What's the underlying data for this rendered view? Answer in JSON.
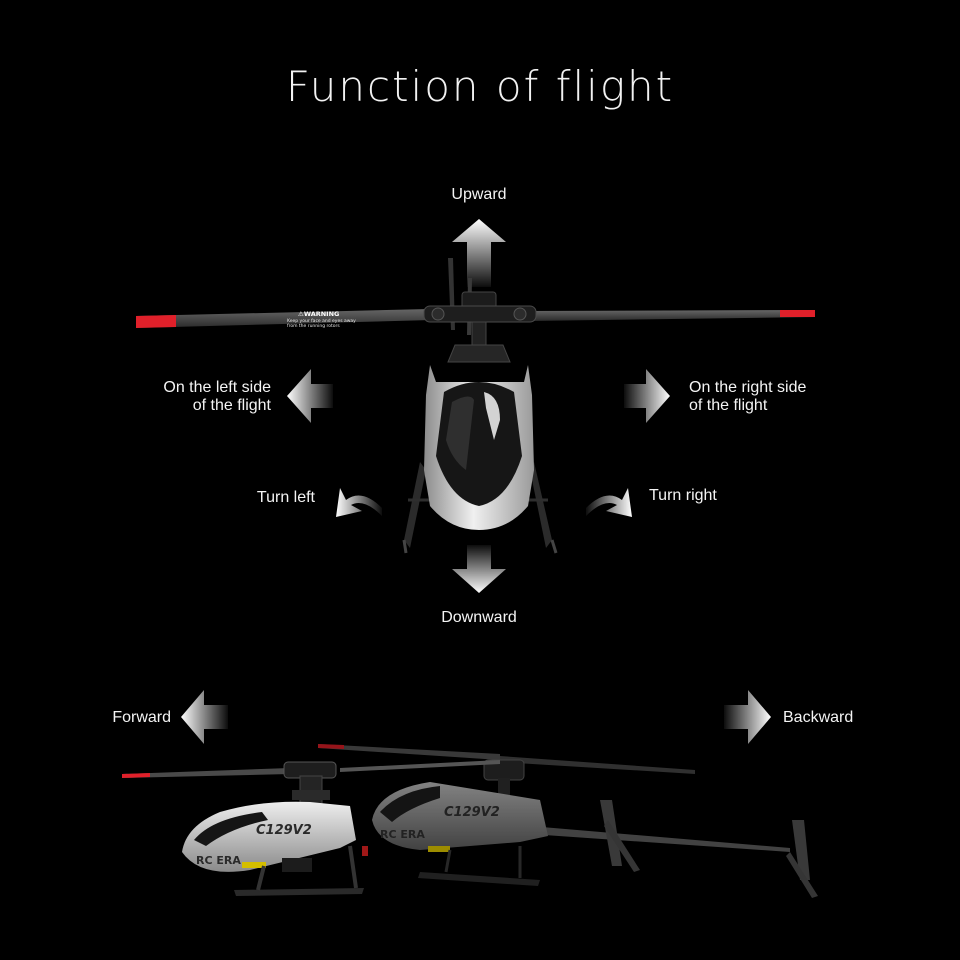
{
  "title": "Function of flight",
  "labels": {
    "upward": "Upward",
    "downward": "Downward",
    "left_side_1": "On the left side",
    "left_side_2": "of the flight",
    "right_side_1": "On the right side",
    "right_side_2": "of the flight",
    "turn_left": "Turn left",
    "turn_right": "Turn right",
    "forward": "Forward",
    "backward": "Backward"
  },
  "heli": {
    "warning_title": "⚠WARNING",
    "warning_text_1": "Keep your face and eyes away",
    "warning_text_2": "from the running rotors",
    "brand": "RC ERA",
    "model": "C129V2"
  },
  "colors": {
    "background": "#000000",
    "blade_tip": "#e0202a",
    "body": "#d9d9d9",
    "canopy": "#1a1a1a"
  }
}
